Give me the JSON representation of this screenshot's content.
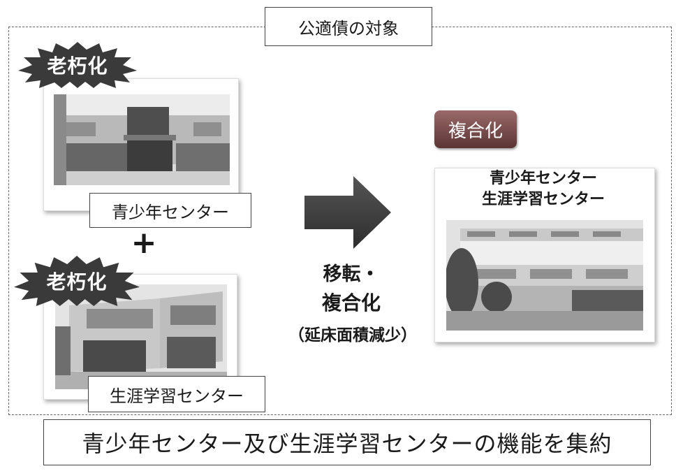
{
  "header": {
    "title": "公適債の対象"
  },
  "left": {
    "top": {
      "burst_label": "老朽化",
      "caption": "青少年センター"
    },
    "plus": "+",
    "bottom": {
      "burst_label": "老朽化",
      "caption": "生涯学習センター"
    }
  },
  "middle": {
    "line1": "移転・",
    "line2": "複合化",
    "line3": "（延床面積減少）"
  },
  "right": {
    "badge": "複合化",
    "title_line1": "青少年センター",
    "title_line2": "生涯学習センター"
  },
  "footer": {
    "summary": "青少年センター及び生涯学習センターの機能を集約"
  },
  "colors": {
    "burst": "#3a3a3a",
    "arrow": "#3b3b3b",
    "badge": "#6d4141"
  },
  "icons": {
    "arrow": "right-arrow-icon",
    "burst": "starburst-icon"
  }
}
